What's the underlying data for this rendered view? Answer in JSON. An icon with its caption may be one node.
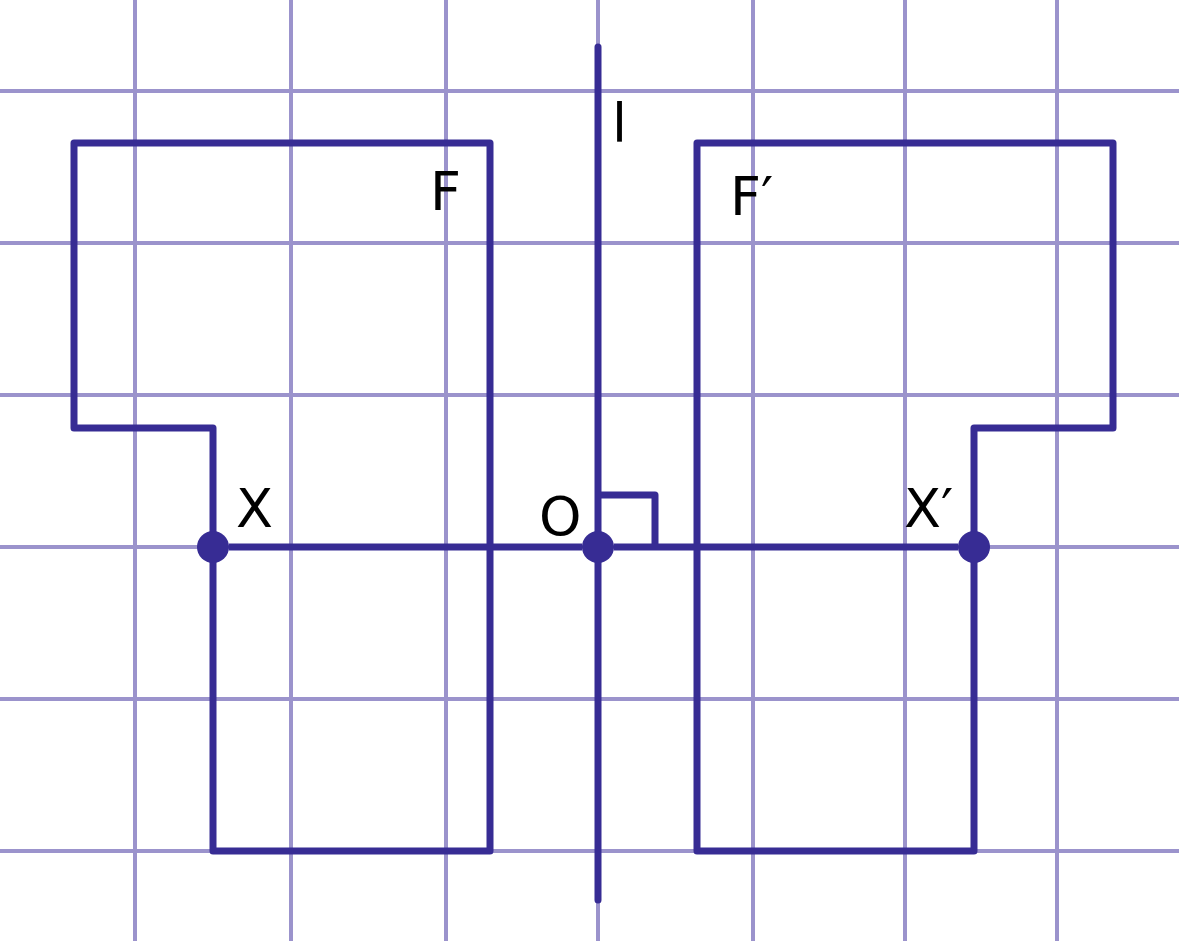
{
  "diagram": {
    "nodes": [
      {
        "text": [],
        "shape": "circle",
        "beside": [
          "X"
        ]
      },
      {
        "text": [],
        "shape": "circle",
        "beside": [
          "O"
        ]
      },
      {
        "text": [],
        "shape": "circle",
        "beside": [
          "X′"
        ]
      }
    ],
    "edges": [
      {
        "from": 0,
        "to": 1,
        "arrow": "none"
      },
      {
        "from": 1,
        "to": 2,
        "arrow": "none"
      }
    ],
    "labels": [
      "l",
      "F",
      "F′"
    ]
  }
}
